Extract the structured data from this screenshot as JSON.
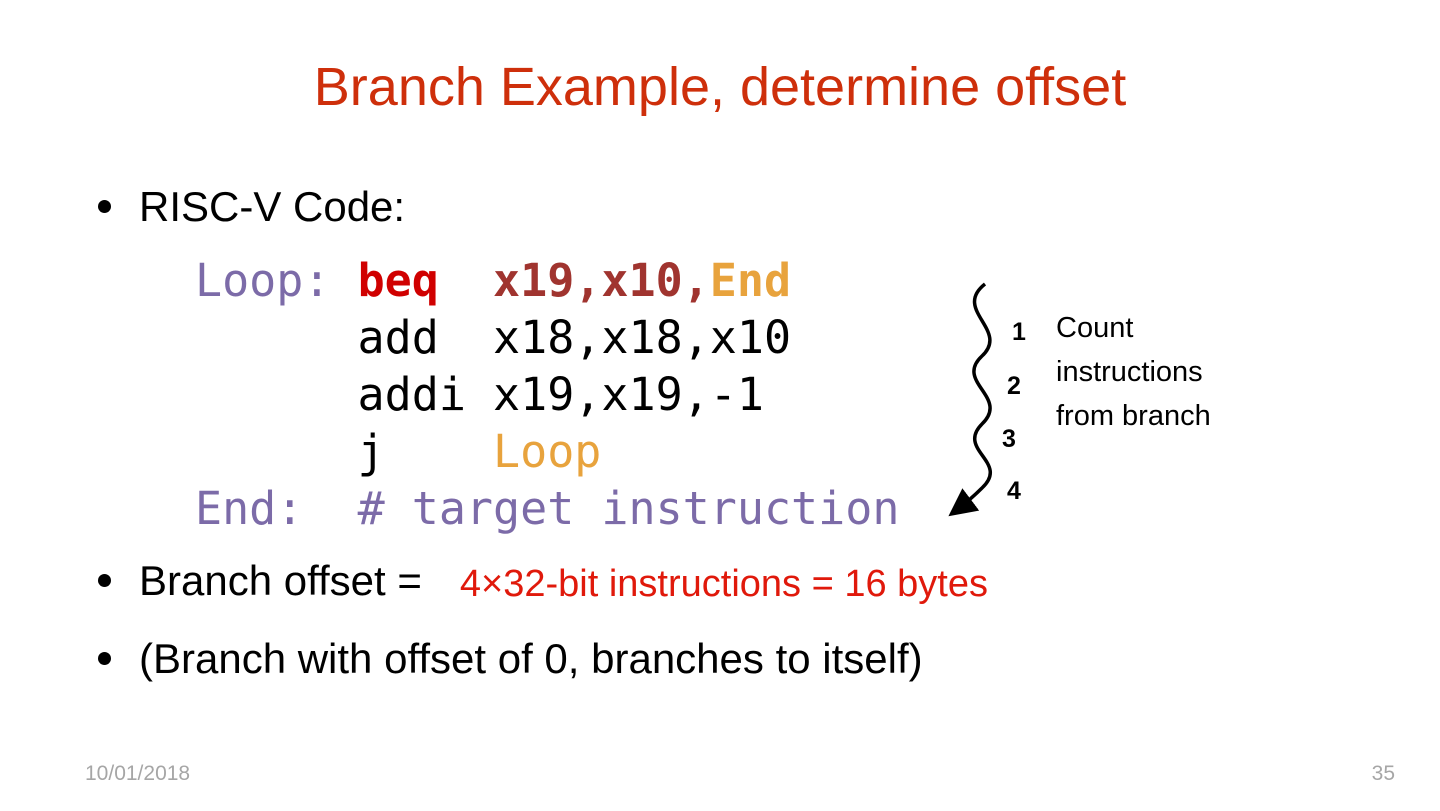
{
  "slide": {
    "title": "Branch Example, determine offset",
    "bullet1": "RISC-V Code:",
    "bullet2_black": "Branch offset =",
    "bullet2_red": "4×32-bit instructions = 16 bytes",
    "bullet3": "(Branch with offset of 0, branches to itself)",
    "footer": {
      "date": "10/01/2018",
      "page": "35"
    }
  },
  "code": {
    "l1_label": "Loop: ",
    "l1_mnemonic": "beq  ",
    "l1_operands": "x19,x10,",
    "l1_target": "End",
    "l2": "      add  x18,x18,x10",
    "l3": "      addi x19,x19,-1",
    "l4_pre": "      j    ",
    "l4_target": "Loop",
    "l5_label": "End:  ",
    "l5_comment": "# target instruction"
  },
  "annotation": {
    "numbers": [
      "1",
      "2",
      "3",
      "4"
    ],
    "note_lines": [
      "Count",
      "instructions",
      "from branch"
    ]
  },
  "colors": {
    "title": "#ce2f0b",
    "code_purple": "#7c6ba8",
    "code_red": "#d00000",
    "code_darkred": "#a0342f",
    "code_orange": "#e8a33d",
    "red_text": "#e0190b",
    "footer_gray": "#a6a6a6"
  }
}
